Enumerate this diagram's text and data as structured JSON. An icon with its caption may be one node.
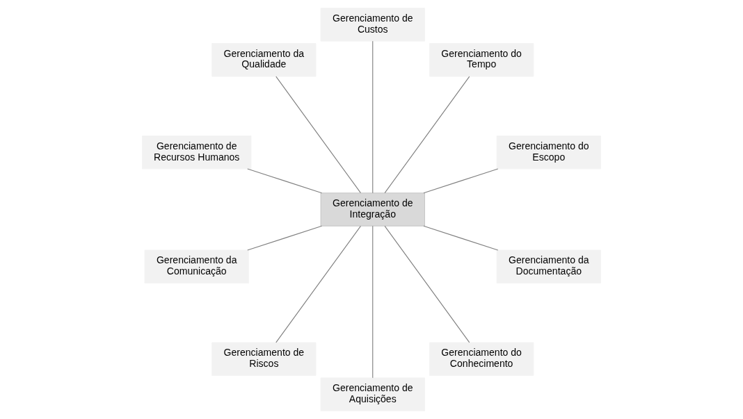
{
  "diagram": {
    "nodes": [
      {
        "text": [
          "Gerenciamento de Integração"
        ]
      },
      {
        "text": [
          "Gerenciamento do Escopo"
        ]
      },
      {
        "text": [
          "Gerenciamento do Tempo"
        ]
      },
      {
        "text": [
          "Gerenciamento de Custos"
        ]
      },
      {
        "text": [
          "Gerenciamento da Qualidade"
        ]
      },
      {
        "text": [
          "Gerenciamento de Recursos Humanos"
        ]
      },
      {
        "text": [
          "Gerenciamento da Comunicação"
        ]
      },
      {
        "text": [
          "Gerenciamento de Riscos"
        ]
      },
      {
        "text": [
          "Gerenciamento de Aquisições"
        ]
      },
      {
        "text": [
          "Gerenciamento do Conhecimento"
        ]
      },
      {
        "text": [
          "Gerenciamento da Documentação"
        ]
      }
    ],
    "edges": [
      {
        "from": 0,
        "to": 1,
        "arrow": "none"
      },
      {
        "from": 0,
        "to": 2,
        "arrow": "none"
      },
      {
        "from": 0,
        "to": 3,
        "arrow": "none"
      },
      {
        "from": 0,
        "to": 4,
        "arrow": "none"
      },
      {
        "from": 0,
        "to": 5,
        "arrow": "none"
      },
      {
        "from": 0,
        "to": 6,
        "arrow": "none"
      },
      {
        "from": 0,
        "to": 7,
        "arrow": "none"
      },
      {
        "from": 0,
        "to": 8,
        "arrow": "none"
      },
      {
        "from": 0,
        "to": 9,
        "arrow": "none"
      },
      {
        "from": 0,
        "to": 10,
        "arrow": "none"
      }
    ]
  }
}
